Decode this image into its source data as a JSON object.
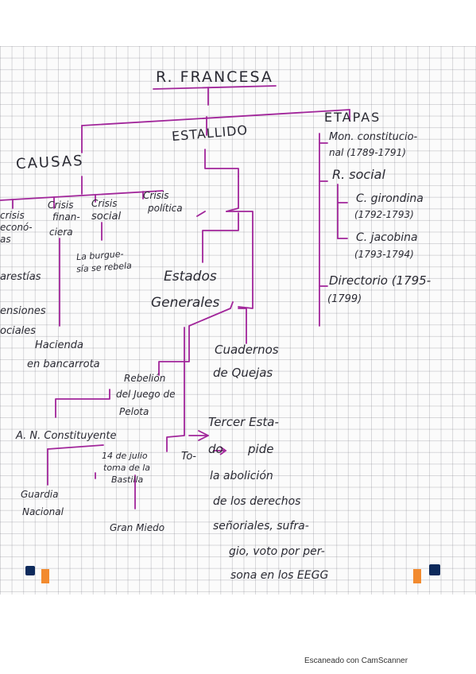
{
  "title": "R. FRANCESA",
  "branches": {
    "causas": "CAUSAS",
    "estallido": "ESTALLIDO",
    "etapas": "ETAPAS"
  },
  "causas": {
    "crisis_1": "crisis",
    "crisis_1b": "econó-",
    "crisis_1c": "as",
    "crisis_2": "Crisis",
    "crisis_2b": "finan-",
    "crisis_2c": "ciera",
    "crisis_3": "Crisis",
    "crisis_3b": "social",
    "crisis_4": "Crisis",
    "crisis_4b": "política",
    "carestias": "arestías",
    "tensiones_1": "ensiones",
    "tensiones_2": "ociales",
    "burguesia_1": "La burgue-",
    "burguesia_2": "sía se rebela",
    "hacienda_1": "Hacienda",
    "hacienda_2": "en bancarrota"
  },
  "estallido": {
    "estados_1": "Estados",
    "estados_2": "Generales",
    "cuadernos_1": "Cuadernos",
    "cuadernos_2": "de Quejas",
    "rebelion_1": "Rebelión",
    "rebelion_2": "del Juego de",
    "rebelion_3": "Pelota",
    "asamblea": "A. N. Constituyente",
    "bastilla_1": "14 de julio",
    "bastilla_2": "toma de la",
    "bastilla_3": "Bastilla",
    "guardia_1": "Guardia",
    "guardia_2": "Nacional",
    "gran_miedo": "Gran Miedo",
    "tercer_1": "Tercer Esta-",
    "tercer_2": "do",
    "tercer_2b": "pide",
    "tercer_3": "la abolición",
    "tercer_4": "de los derechos",
    "tercer_5": "señoriales, sufra-",
    "tercer_6": "gio, voto por per-",
    "tercer_7": "sona en los EEGG",
    "to": "To-",
    "arrow": "→"
  },
  "etapas": {
    "mon_1": "Mon. constitucio-",
    "mon_2": "nal (1789-1791)",
    "rsocial": "R. social",
    "girondina_1": "C. girondina",
    "girondina_2": "(1792-1793)",
    "jacobina_1": "C. jacobina",
    "jacobina_2": "(1793-1794)",
    "directorio_1": "Directorio (1795-",
    "directorio_2": "(1799)"
  },
  "footer": "Escaneado con CamScanner",
  "colors": {
    "ink": "#2a2a33",
    "connector": "#a1259a",
    "grid": "#c7c7cf",
    "marker_orange": "#f28a2e",
    "marker_blue": "#0d2a5c"
  }
}
